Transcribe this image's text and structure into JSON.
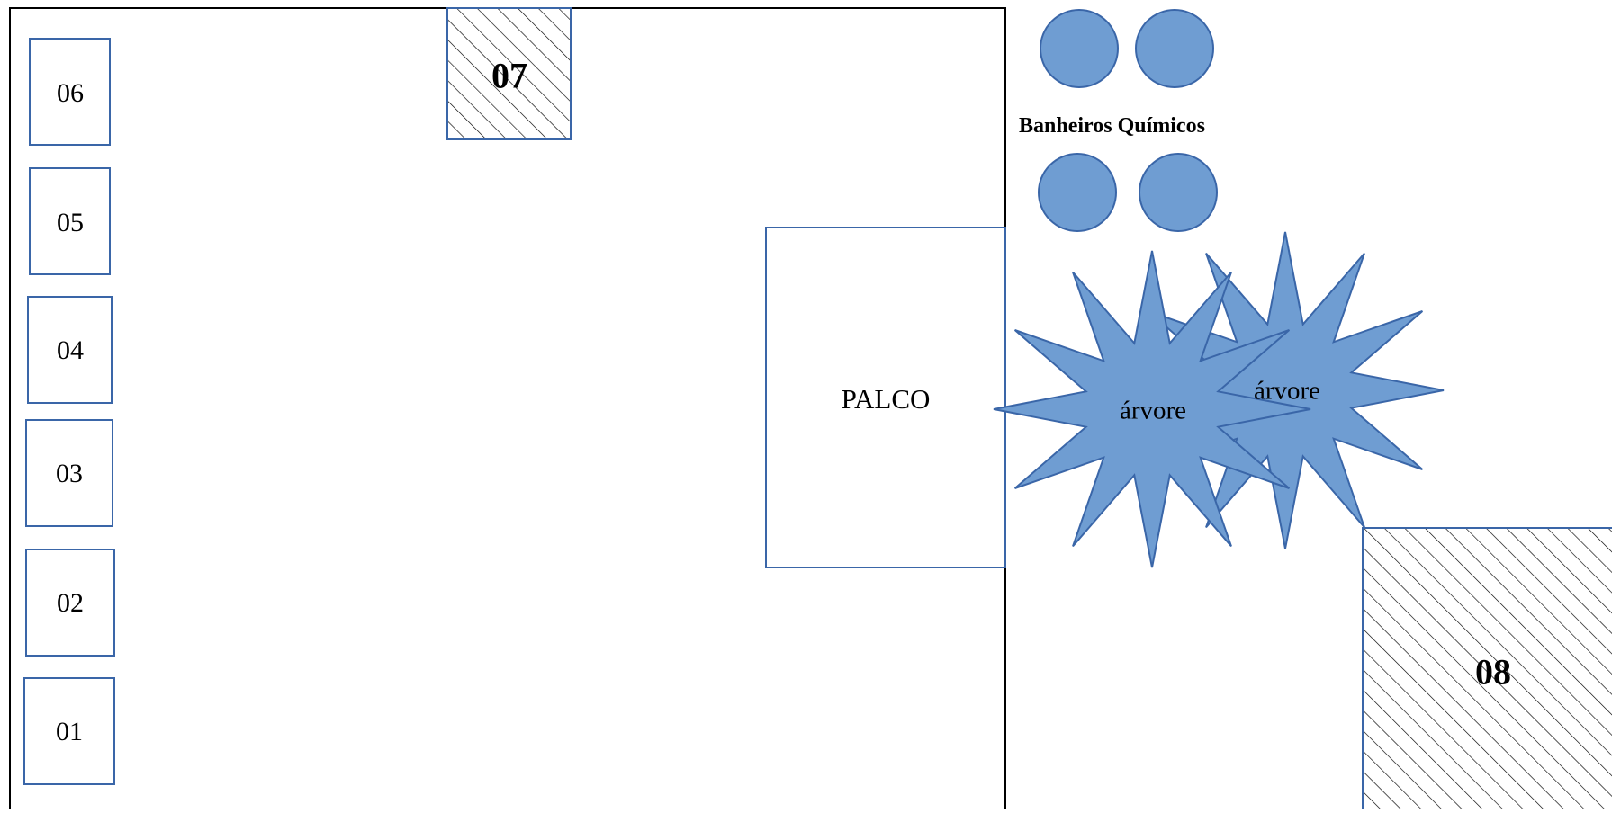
{
  "colors": {
    "stroke": "#3a66a8",
    "fill": "#6f9dd2",
    "outline": "#000000",
    "hatch": "#000000",
    "background": "#ffffff"
  },
  "booths": [
    "06",
    "05",
    "04",
    "03",
    "02",
    "01"
  ],
  "reserved_areas": {
    "top": "07",
    "bottom_right": "08"
  },
  "stage_label": "PALCO",
  "restrooms": {
    "title": "Banheiros Químicos",
    "count": 4,
    "icon": "circle"
  },
  "trees": [
    {
      "label": "árvore",
      "icon": "starburst"
    },
    {
      "label": "árvore",
      "icon": "starburst"
    }
  ]
}
